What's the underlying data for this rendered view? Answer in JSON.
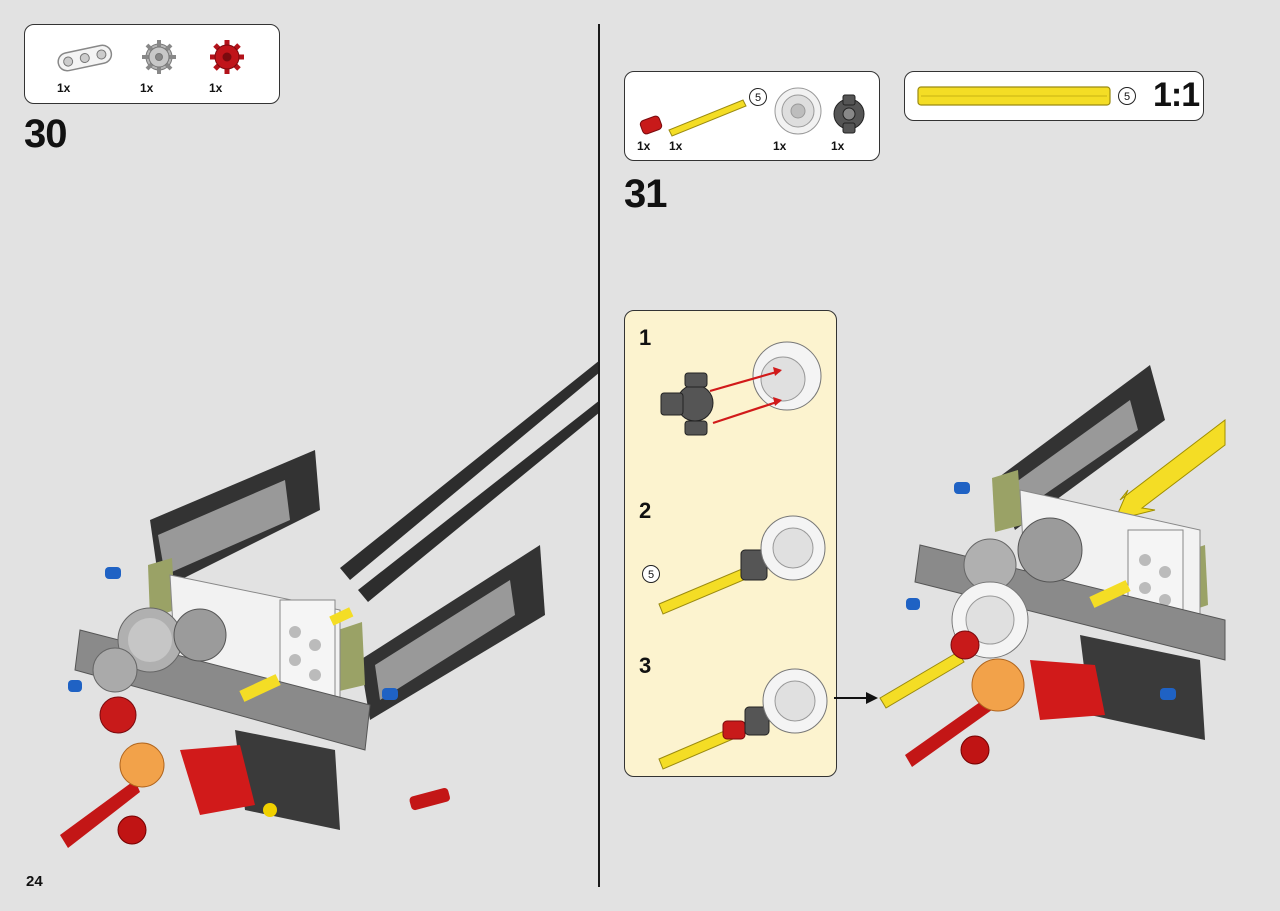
{
  "page_number": "24",
  "step30": {
    "number": "30",
    "parts": [
      {
        "icon": "white-beam-icon",
        "qty": "1x"
      },
      {
        "icon": "gray-gear-icon",
        "qty": "1x"
      },
      {
        "icon": "red-gear-icon",
        "qty": "1x"
      }
    ]
  },
  "step31": {
    "number": "31",
    "parts": [
      {
        "icon": "red-bush-icon",
        "qty": "1x"
      },
      {
        "icon": "yellow-axle-icon",
        "qty": "1x",
        "length": "5"
      },
      {
        "icon": "white-gear-icon",
        "qty": "1x"
      },
      {
        "icon": "dark-hub-icon",
        "qty": "1x"
      }
    ],
    "scale_box": {
      "length": "5",
      "scale": "1:1"
    },
    "substeps": [
      {
        "number": "1"
      },
      {
        "number": "2",
        "length": "5"
      },
      {
        "number": "3"
      }
    ]
  },
  "colors": {
    "background": "#e2e2e2",
    "callout": "#fcf3cf",
    "axle": "#f4dd25",
    "arrow": "#f4dd25",
    "red_part": "#d11a1a",
    "orange_part": "#f2a24a"
  }
}
